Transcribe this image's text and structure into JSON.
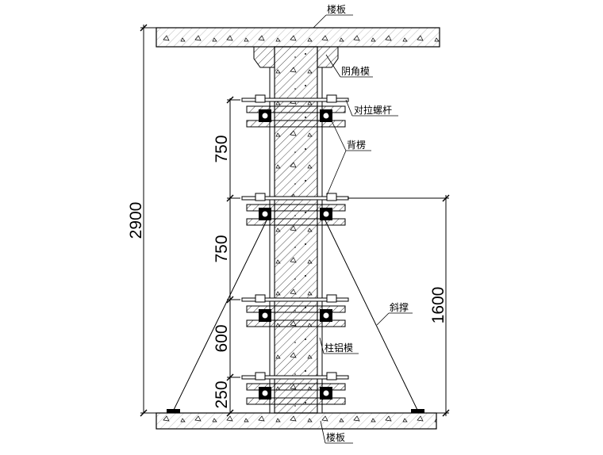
{
  "labels": {
    "slab_top": "楼板",
    "slab_bottom": "楼板",
    "corner_form": "阴角模",
    "tie_rod": "对拉螺杆",
    "waler": "背楞",
    "brace": "斜撑",
    "column_form": "柱铝模"
  },
  "dimensions": {
    "total_height": "2900",
    "span_1": "750",
    "span_2": "750",
    "span_3": "600",
    "span_4": "250",
    "brace_height": "1600"
  },
  "colors": {
    "line": "#000000",
    "background": "#ffffff"
  }
}
